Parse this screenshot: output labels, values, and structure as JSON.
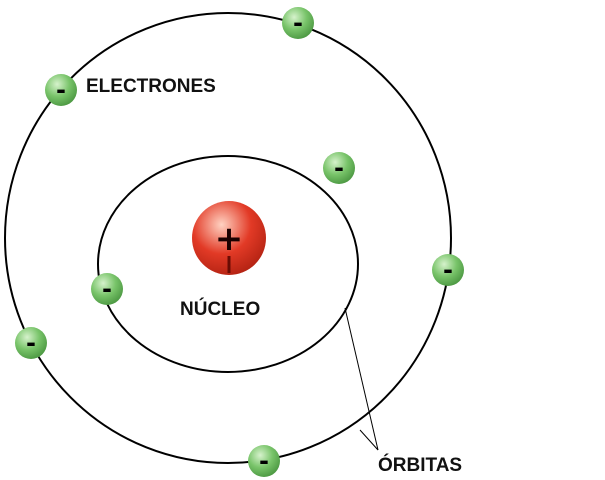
{
  "labels": {
    "electrons": "ELECTRONES",
    "nucleus": "NÚCLEO",
    "orbits": "ÓRBITAS"
  },
  "symbols": {
    "electron": "-",
    "nucleus": "+"
  },
  "colors": {
    "electron_fill": "#79c46a",
    "electron_highlight": "#d6f2cc",
    "electron_edge": "#4e9a44",
    "nucleus_fill": "#e23a26",
    "nucleus_highlight": "#ffd2c2",
    "nucleus_edge": "#b22212",
    "orbit_stroke": "#000000",
    "text": "#111111"
  },
  "orbits": {
    "count": 2,
    "electrons_inner": 2,
    "electrons_outer": 5
  }
}
